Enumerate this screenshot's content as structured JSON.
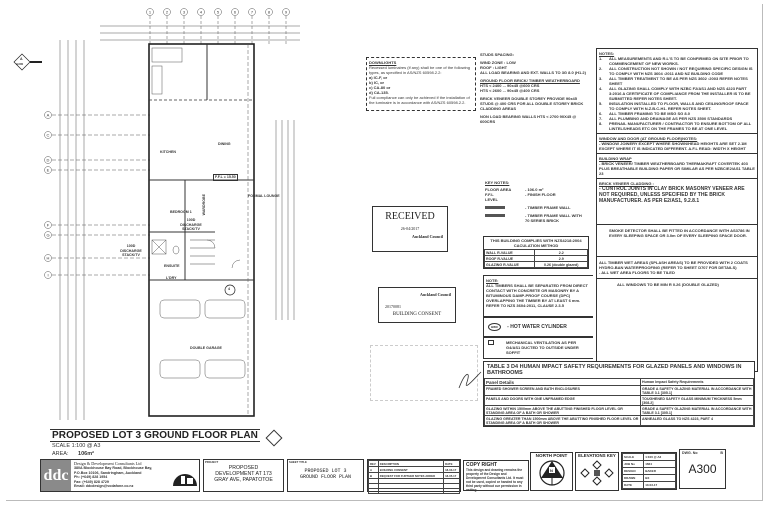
{
  "drawing_title": "PROPOSED LOT 3 GROUND FLOOR PLAN",
  "scale": "SCALE 1:100 @ A3",
  "area_label": "AREA:",
  "area_value": "106m²",
  "grid_labels": [
    "A",
    "C",
    "D",
    "E",
    "F",
    "G",
    "H",
    "I"
  ],
  "top_grid_labels": [
    "1",
    "2",
    "3",
    "4",
    "5",
    "6",
    "7",
    "8",
    "9"
  ],
  "rooms": {
    "dining": "DINING",
    "kitchen": "KITCHEN",
    "bedroom": "BEDROOM 1",
    "discharge": "100D DISCHARGE STACK/TV",
    "discharge2": "100D DISCHARGE STACK/TV",
    "wardrobe": "WARDROBE",
    "formal_lounge": "FORMAL LOUNGE",
    "ensuite": "ENSUITE",
    "lndry": "L'DRY",
    "garage": "DOUBLE GARAGE",
    "ffl": "F.F.L = 15.50"
  },
  "downlights": {
    "title": "DOWNLIGHTS",
    "text": "Recessed luminaires (if any) shall be one of the following types, as specified in AS/NZS 60598.2.2:",
    "items": [
      "a) IC-F, or",
      "b) IC, or",
      "c) CA-80 or",
      "d) CA-135."
    ],
    "footer": "Full compliance can only be achieved if the installation of the luminaire is in accordance with AS/NZS 60598.2.2."
  },
  "studs": {
    "title": "STUDS SPACING:",
    "lines": [
      "WIND ZONE : LOW",
      "ROOF : LIGHT",
      "ALL LOAD BEARING AND EXT. WALLS TO 3G 8.0 (H1.2)"
    ],
    "ground_title": "GROUND FLOOR BRICK/ TIMBER WEATHERBOARD",
    "ground_lines": [
      "HTS < 2400 ... 90x45 @600 CRS",
      "HTS < 2600 ... 90x45 @400 CRS"
    ],
    "brick": "BRICK VENEER DOUBLE STOREY PROVIDE 90x45 STUDS @ 400 CRS FOR ALL DOUBLE STOREY BRICK CLADDING AREAS",
    "nonload": "NON LOAD BEARING WALLS HTS < 2700 90X45 @ 600CRS"
  },
  "notes": {
    "title": "NOTES:",
    "items": [
      [
        "1.",
        "ALL MEASUREMENTS AND R.L'S TO BE CONFIRMED ON SITE PRIOR TO COMMENCEMENT OF NEW WORKS."
      ],
      [
        "2.",
        "ALL CONSTRUCTION NOT SHOWN / NOT REQUIRING SPECIFIC DESIGN IS TO COMPLY WITH NZS 3604 :2011 AND NZ BUILDING CODE"
      ],
      [
        "3.",
        "ALL TIMBER TREATMENT TO BE AS PER NZS 3602 :2003 REFER NOTES SHEET"
      ],
      [
        "4.",
        "ALL GLAZING SHALL COMPLY WITH NZBC F2/AS1 AND NZS 4223 PART 3:2016 A CERTIFICATE OF COMPLIANCE FROM THE INSTALLER IS TO BE SUBMITTED REFER NOTES SHEET."
      ],
      [
        "5.",
        "INSULATION INSTALLED TO FLOOR, WALLS AND CEILING/ROOF SPACE TO COMPLY WITH N.Z.B.C-H1. REFER NOTES SHEET."
      ],
      [
        "6.",
        "ALL TIMBER FRAMING TO BE MSG SG 8.0"
      ],
      [
        "7.",
        "ALL PLUMBING AND DRAINAGE AS PER NZS 3500 STANDARDS"
      ],
      [
        "8.",
        "PRENAIL MANUFACTURER / CONTRACTOR TO ENSURE BOTTOM OF ALL LINTELS/HEADS ETC ON THE FRAMES TO BE AT ONE LEVEL"
      ]
    ],
    "window_title": "WINDOW AND DOOR (AT GROUND FLOOR)NOTES:",
    "window_text": "- WINDOW JOINERY EXCEPT WHERE SHOWN/HEAD HEIGHTS ARE SET 2.1M EXCEPT WHERE IT IS INDICATED DIFFERENT. A.F.L READ: WIDTH X HEIGHT",
    "wrap_title": "BUILDING WRAP",
    "wrap_text": "- BRICK VENEER/ TIMBER WEATHERBOARD THERMAKRAFT COVERTEK 403 PLUS BREATHABLE BUILDING PAPER OR SIMILAR AS PER NZBC/E2/AS1 TABLE 23",
    "brick_title": "BRICK VENEER CLADDING :",
    "brick_text": "- CONTROL JOINTS IN CLAY BRICK MASONRY VENEER ARE NOT REQUIRED, UNLESS SPECIFIED BY THE BRICK MANUFACTURER. AS PER E2/AS1, 9.2.8.1",
    "smoke_text": "SMOKE DETECTOR SHALL BE FITTED IN ACCORDANCE WITH AS3786 IN EVERY SLEEPING SPACE OR 3.0m OF EVERY SLEEPING SPACE DOOR.",
    "wet_text": "ALL TIMBER WET AREAS (SPLASH AREAS) TO BE PROVIDED WITH 2 COATS HYDRO-BAN WATERPROOFING (REFER TO SHEET D707 FOR DETAILS)",
    "wet_text2": "- ALL WET AREA FLOORS TO BE TILED",
    "windows_r": "ALL WINDOWS TO BE MIN R 0.26 (DOUBLE GLAZED)"
  },
  "received_stamp": {
    "title": "RECEIVED",
    "date": "26-04/2017",
    "council": "Auckland Council"
  },
  "consent_stamp": {
    "council": "Auckland Council",
    "number": "20170081",
    "title": "BUILDING CONSENT"
  },
  "key_notes": {
    "title": "KEY NOTES:",
    "rows": [
      [
        "FLOOR AREA",
        "- 106.0 m²"
      ],
      [
        "F.F.L",
        "- FINISH FLOOR"
      ],
      [
        "LEVEL",
        ""
      ]
    ],
    "legend": [
      "- TIMBER FRAME WALL",
      "- TIMBER FRAME WALL WITH 70 SERIES BRICK"
    ]
  },
  "rvalue_table": {
    "header": "THIS BUILDING COMPLIES WITH NZS4218:2004 CACULATION METHOD",
    "rows": [
      [
        "WALL R-VALUE",
        "2.2"
      ],
      [
        "ROOF R-VALUE",
        "2.9"
      ],
      [
        "GLAZING R-VALUE",
        "0.26 (double glazed)"
      ]
    ]
  },
  "timber_note": {
    "title": "NOTE:",
    "text": "ALL TIMBERS SHALL BE SEPARATED FROM DIRECT CONTACT WITH CONCRETE OR MASONRY BY A BITUMINOUS DAMP-PROOF COURSE (DPC) OVERLAPPING THE TIMBER BY AT LEAST 6 mm. REFER TO NZS 3604:2011, CLAUSE 2.3.5"
  },
  "hwc": {
    "symbol": "HWC",
    "text": "- HOT WATER CYLINDER"
  },
  "ventilation": {
    "text": "MECHANICAL VENTILATION AS PER G4/AS1 DUCTED TO OUTSIDE UNDER SOFFIT"
  },
  "safety_table": {
    "title": "TABLE 3 D4 HUMAN IMPACT SAFETY REQUIREMENTS FOR GLAZED PANELS AND WINDOWS IN BATHROOMS",
    "headers": [
      "Panel Details",
      "Human Impact Safety Requirements"
    ],
    "rows": [
      [
        "FRAMED SHOWER SCREEN AND BATH ENCLOSURES",
        "GRADE A SAFETY GLAZING MATERIAL IN ACCORDANCE WITH TABLE 3.1 [305.1]"
      ],
      [
        "PANELS AND DOORS WITH ONE UNFRAMED EDGE",
        "TOUGHENED SAFETY GLASS MINIMUM THICKNESS 5mm [308.2]"
      ],
      [
        "GLAZING WITHIN 1500mm ABOVE THE ABUTTING FINISHED FLOOR LEVEL OR STANDING AREA OF A BATH OR SHOWER",
        "GRADE A SAFETY GLAZING MATERIAL IN ACCORDANCE WITH TABLE 3.1 [305.1]"
      ],
      [
        "GLAZING GREATER THAN 1500mm ABOVE THE ABUTTING FINISHED FLOOR LEVEL OR STANDING AREA OF A BATH OR SHOWER",
        "ANNEALED GLASS TO NZS 4223, PART 4"
      ]
    ]
  },
  "title_block": {
    "logo_letters": "ddc",
    "company": "Design & Development Consultants Ltd",
    "address": [
      "380A Blockhouse Bay Road, Blockhouse Bay,",
      "P.O.Box 10106, Sandringham, Auckland",
      "Ph: (+649) 828 1954",
      "Fax: (+649) 828 4729",
      "Email: ddcdesign@vodafone.co.nz"
    ],
    "project_label": "PROJECT",
    "project": "PROPOSED DEVELOPMENT AT 173 GRAY AVE, PAPATOTOE",
    "sheet_label": "SHEET TITLE",
    "sheet_title": "PROPOSED LOT 3 GROUND FLOOR PLAN",
    "rev_headers": [
      "REV",
      "DESCRIPTION",
      "DATE"
    ],
    "revs": [
      [
        "A",
        "BUILDING CONSENT",
        "18-03-17"
      ],
      [
        "B",
        "REQUEST FOR FURTHER NOTES ADDED",
        "18-05-17"
      ]
    ],
    "copyright_title": "COPY RIGHT",
    "copyright_text": "This design and drawing remains the property of the Design and Development Consultants Ltd. It must not be used, copied or handed to any third party without our permission in writing.",
    "north_label": "NORTH POINT",
    "north_letter": "N",
    "elev_label": "ELEVATIONS KEY",
    "info": [
      [
        "SCALE",
        "1:100 @ A3"
      ],
      [
        "JOB No",
        "1664"
      ],
      [
        "DESIGN",
        "BAKER"
      ],
      [
        "DRAWN",
        "BX"
      ],
      [
        "DATE",
        "10-03-17"
      ]
    ],
    "dwg_label": "DWG. No",
    "dwg_rev": "B",
    "dwg_no": "A300"
  },
  "section_marker": {
    "letter": "A",
    "sheet": "A300"
  },
  "area_marker": "4"
}
